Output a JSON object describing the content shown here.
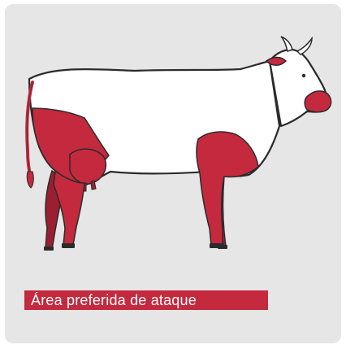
{
  "colors": {
    "background": "#e6e6e6",
    "highlight": "#c4293e",
    "cow_body": "#ffffff",
    "outline": "#2b2b2b"
  },
  "illustration": {
    "subject": "cow",
    "icon": "cow-illustration"
  },
  "legend": {
    "label": "Área preferida de ataque"
  }
}
